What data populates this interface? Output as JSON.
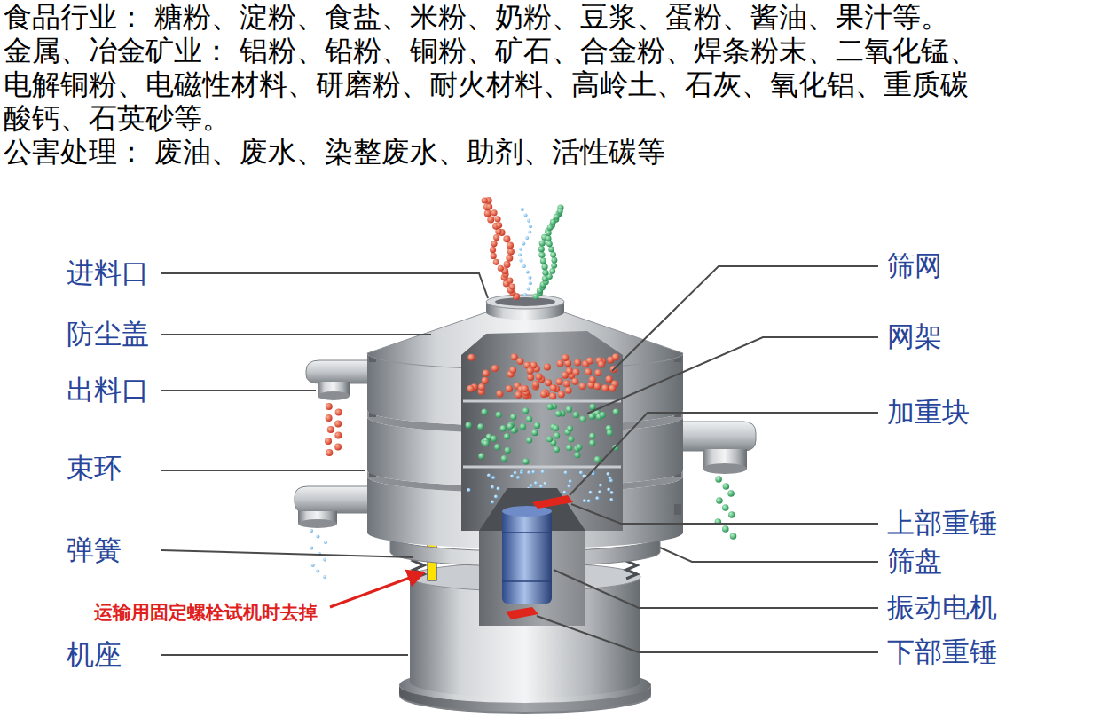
{
  "diagram": {
    "labels": [
      "食品行业： 糖粉、淀粉、食盐、米粉、奶粉、豆浆、蛋粉、酱油、果汁等。",
      "金属、冶金矿业： 铝粉、铅粉、铜粉、矿石、合金粉、焊条粉末、二氧化锰、 电解铜粉、电磁性材料、研磨粉、耐火材料、高岭土、石灰、氧化铝、重质碳 酸钙、石英砂等。",
      "公害处理： 废油、废水、染整废水、助剂、活性碳等",
      "进料口",
      "筛网",
      "防尘盖",
      "网架",
      "出料口",
      "加重块",
      "束环",
      "上部重锤",
      "弹簧",
      "筛盘",
      "运输用固定螺栓试机时去掉",
      "振动电机",
      "机座",
      "下部重锤"
    ]
  }
}
